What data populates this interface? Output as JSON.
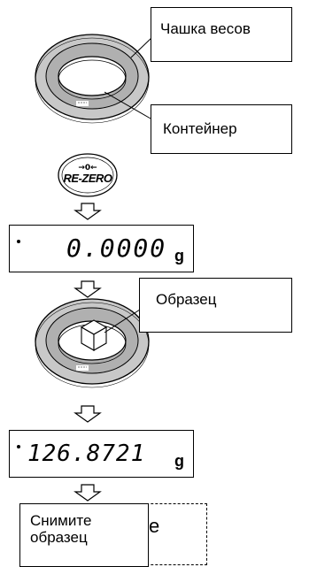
{
  "callouts": {
    "pan": "Чашка весов",
    "container": "Контейнер",
    "sample": "Образец",
    "remove_line1": "Снимите",
    "remove_line2": "образец",
    "hidden_letter": "е"
  },
  "rezero_key": {
    "symbol": "→0←",
    "label": "RE-ZERO"
  },
  "display_zero": {
    "value": "0.0000",
    "unit": "g"
  },
  "display_sample": {
    "value": "126.8721",
    "unit": "g"
  },
  "icons": [
    "weighing-pan-icon",
    "container-icon",
    "sample-cube-icon",
    "down-arrow-icon"
  ]
}
